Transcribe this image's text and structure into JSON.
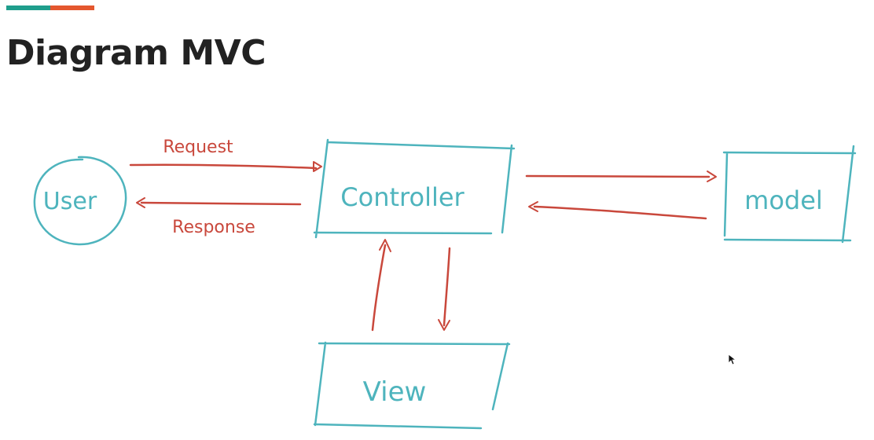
{
  "slide": {
    "title": "Diagram MVC"
  },
  "colors": {
    "accent_teal": "#1f9e8c",
    "accent_orange": "#e4572e",
    "box_stroke": "#4eb4bd",
    "arrow_stroke": "#c9483c",
    "title_text": "#222222"
  },
  "diagram": {
    "nodes": {
      "user": "User",
      "controller": "Controller",
      "model": "model",
      "view": "View"
    },
    "edges": {
      "request": "Request",
      "response": "Response"
    }
  }
}
